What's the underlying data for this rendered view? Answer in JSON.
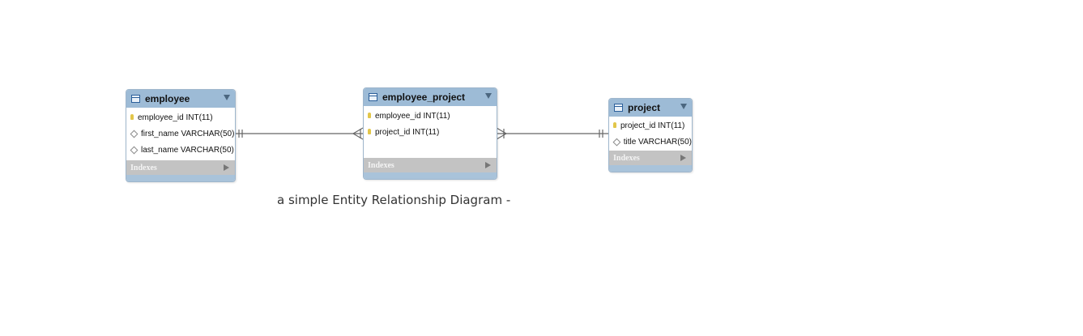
{
  "diagram": {
    "caption": "a simple Entity Relationship Diagram -",
    "colors": {
      "header": "#9dbbd6",
      "indexes_bar": "#c3c3c3",
      "footer": "#a9c3da",
      "connector": "#666666",
      "key": "#e2c64a"
    },
    "tables": [
      {
        "name": "employee",
        "columns": [
          {
            "label": "employee_id INT(11)",
            "icon": "key-icon"
          },
          {
            "label": "first_name VARCHAR(50)",
            "icon": "diamond-icon"
          },
          {
            "label": "last_name VARCHAR(50)",
            "icon": "diamond-icon"
          }
        ],
        "indexes_label": "Indexes"
      },
      {
        "name": "employee_project",
        "columns": [
          {
            "label": "employee_id INT(11)",
            "icon": "key-icon"
          },
          {
            "label": "project_id INT(11)",
            "icon": "key-icon"
          }
        ],
        "indexes_label": "Indexes"
      },
      {
        "name": "project",
        "columns": [
          {
            "label": "project_id INT(11)",
            "icon": "key-icon"
          },
          {
            "label": "title VARCHAR(50)",
            "icon": "diamond-icon"
          }
        ],
        "indexes_label": "Indexes"
      }
    ],
    "relationships": [
      {
        "from": "employee",
        "to": "employee_project",
        "from_end": "one",
        "to_end": "many"
      },
      {
        "from": "project",
        "to": "employee_project",
        "from_end": "one",
        "to_end": "many"
      }
    ]
  }
}
